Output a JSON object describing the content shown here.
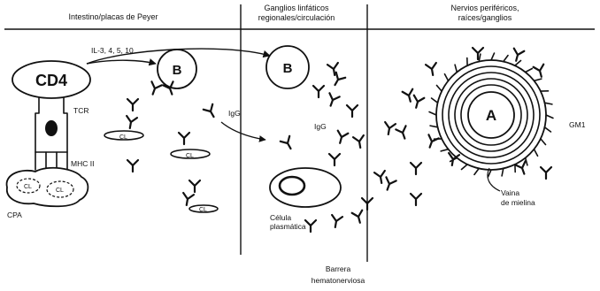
{
  "headers": {
    "left": "Intestino/placas de Peyer",
    "middle_line1": "Ganglios linfáticos",
    "middle_line2": "regionales/circulación",
    "right_line1": "Nervios periféricos,",
    "right_line2": "raíces/ganglios"
  },
  "cells": {
    "cd4": "CD4",
    "b_left": "B",
    "b_middle": "B",
    "axon": "A"
  },
  "labels": {
    "interleukins": "IL-3, 4, 5, 10",
    "tcr": "TCR",
    "mhc": "MHC II",
    "cpa": "CPA",
    "cl": "CL",
    "igg_left": "IgG",
    "igg_middle": "IgG",
    "gm1": "GM1",
    "plasma_line1": "Célula",
    "plasma_line2": "plasmática",
    "myelin_line1": "Vaina",
    "myelin_line2": "de mielina",
    "barrier_line1": "Barrera",
    "barrier_line2": "hematonerviosa"
  },
  "colors": {
    "ink": "#111111",
    "background": "#ffffff"
  }
}
